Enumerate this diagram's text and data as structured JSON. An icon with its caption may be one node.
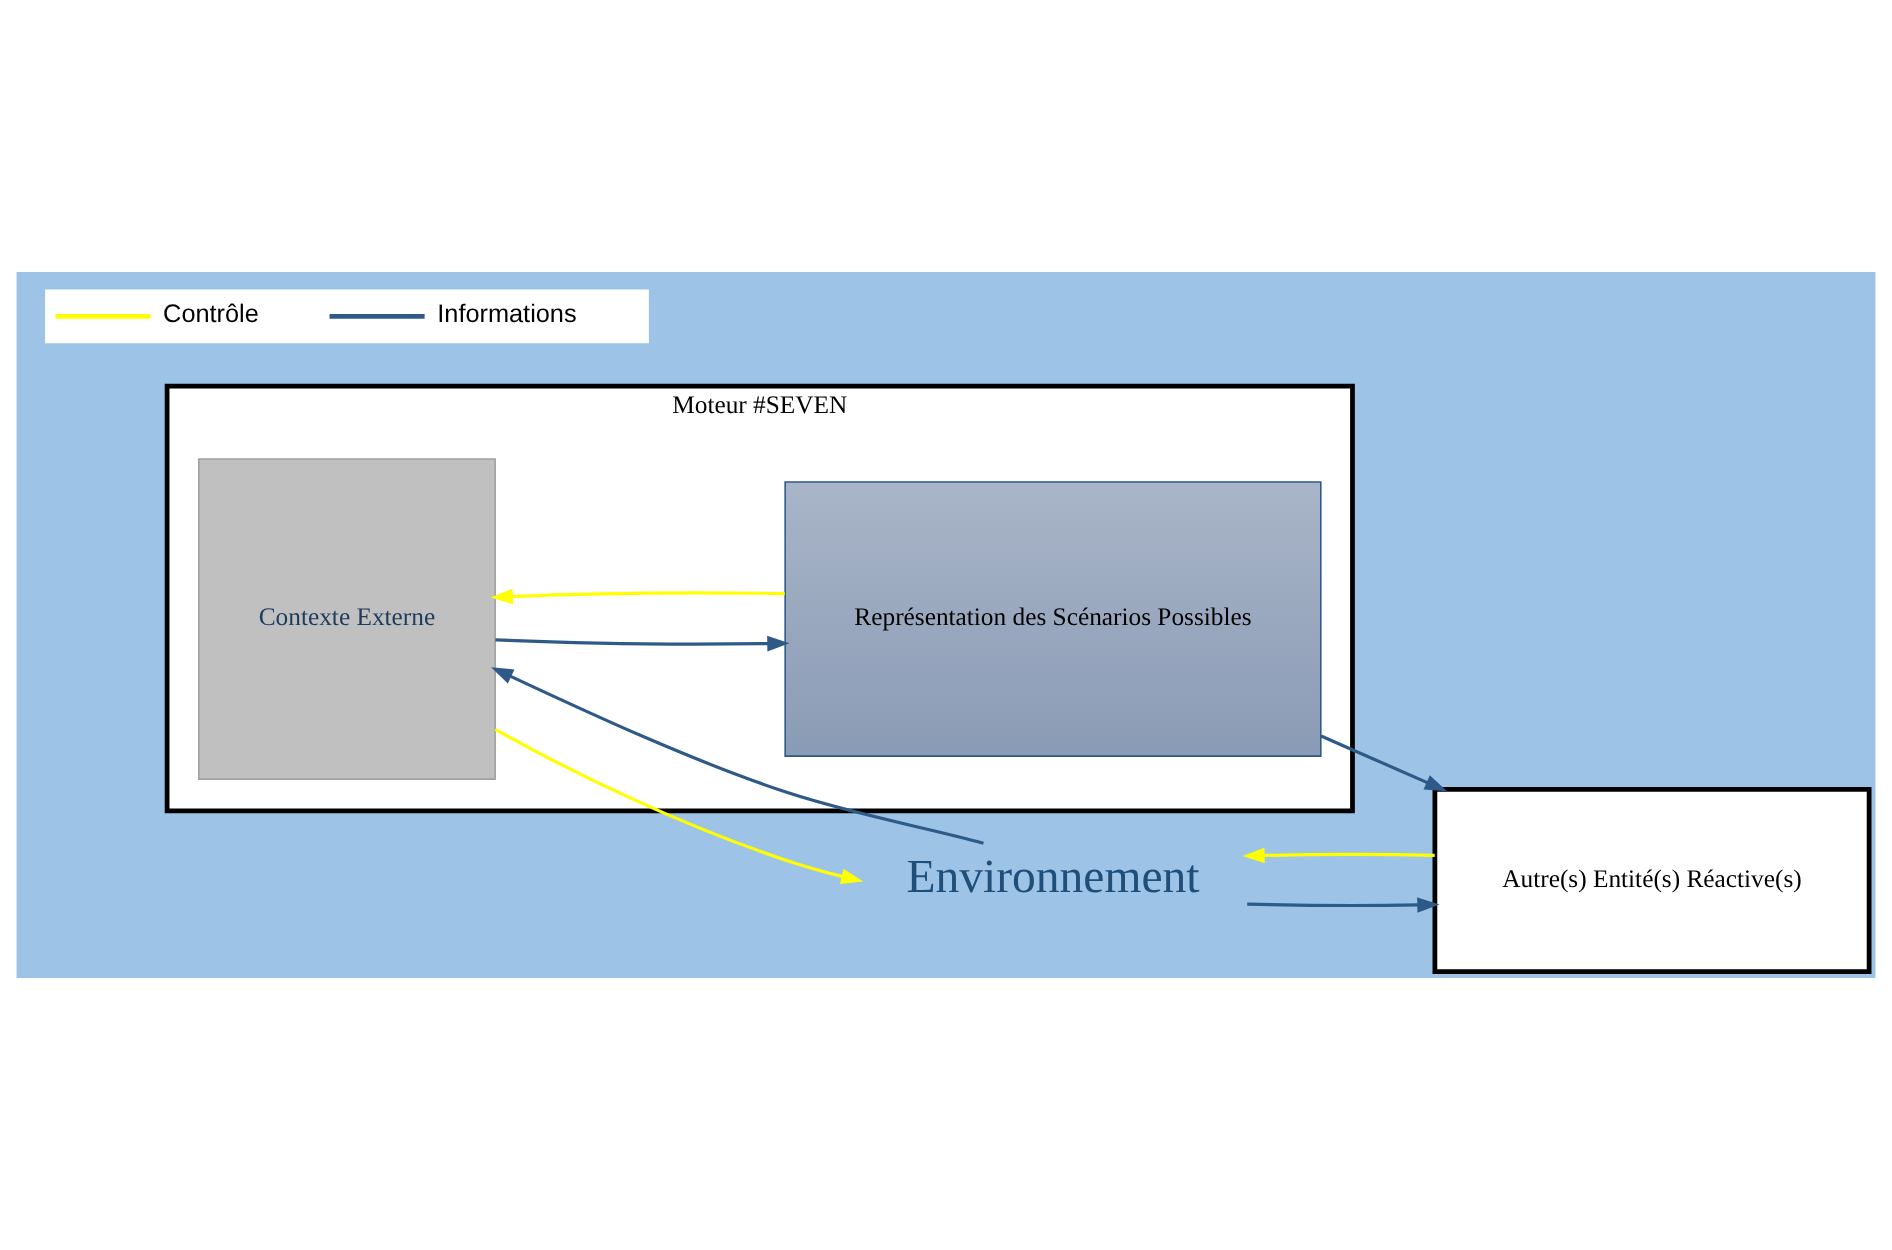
{
  "diagram": {
    "nodes": [
      {
        "text": [
          "Environnement"
        ]
      },
      {
        "text": [
          "Moteur #SEVEN"
        ]
      },
      {
        "text": [
          "Contexte Externe"
        ],
        "in": 1
      },
      {
        "text": [
          "Représentation des Scénarios Possibles"
        ],
        "in": 1
      },
      {
        "text": [
          "Autre(s) Entité(s) Réactive(s)"
        ]
      }
    ],
    "edges": [
      {
        "from": 2,
        "to": 0,
        "arrow": "to",
        "color": "#ffff00"
      },
      {
        "from": 0,
        "to": 2,
        "arrow": "to"
      },
      {
        "from": 3,
        "to": 2,
        "arrow": "to",
        "color": "#ffff00"
      },
      {
        "from": 2,
        "to": 3,
        "arrow": "to"
      },
      {
        "from": 3,
        "to": 4,
        "arrow": "to"
      },
      {
        "from": 4,
        "to": 0,
        "arrow": "to",
        "color": "#ffff00"
      },
      {
        "from": 0,
        "to": 4,
        "arrow": "to"
      }
    ],
    "legend": [
      {
        "text": "Contrôle"
      },
      {
        "text": "Informations"
      }
    ]
  }
}
